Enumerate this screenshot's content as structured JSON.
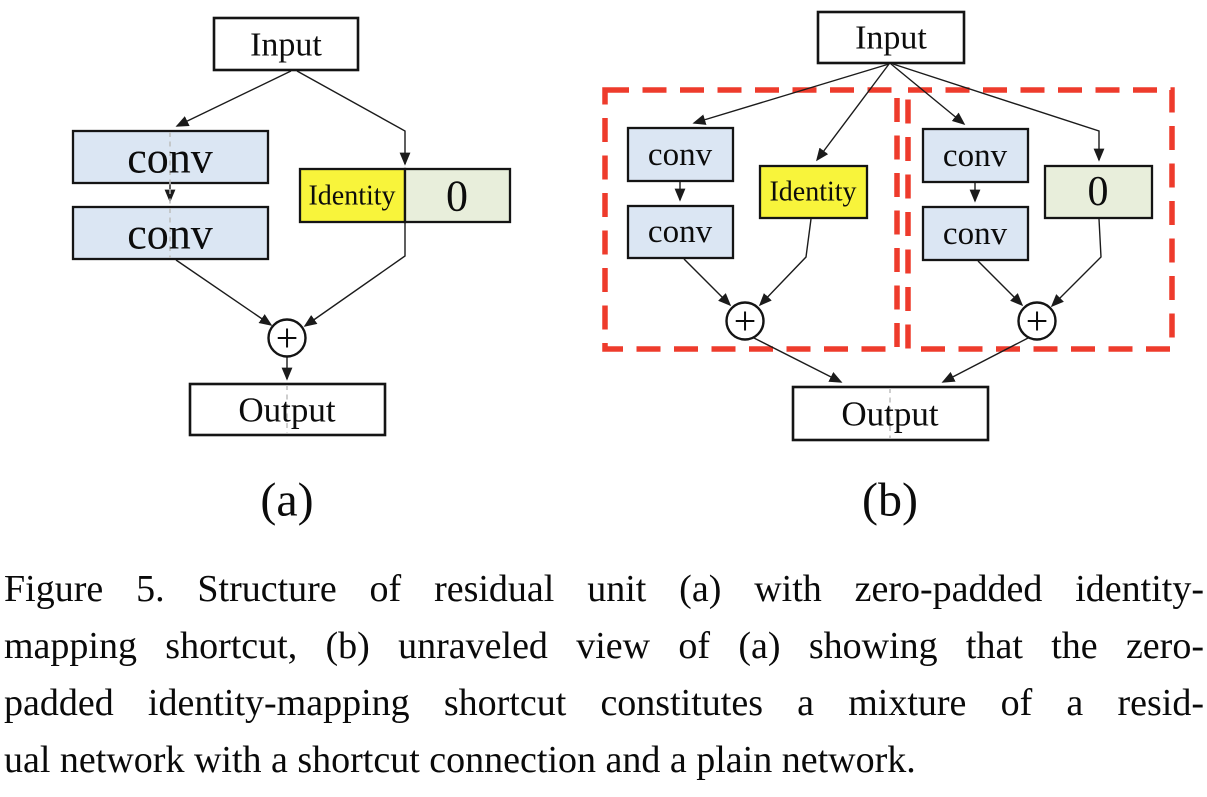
{
  "panel_a": {
    "label": "(a)",
    "input": "Input",
    "conv1": "conv",
    "conv2": "conv",
    "identity": "Identity",
    "zero": "0",
    "plus": "+",
    "output": "Output"
  },
  "panel_b": {
    "label": "(b)",
    "input": "Input",
    "left_conv1": "conv",
    "left_conv2": "conv",
    "identity": "Identity",
    "right_conv1": "conv",
    "right_conv2": "conv",
    "zero": "0",
    "plus_left": "+",
    "plus_right": "+",
    "output": "Output"
  },
  "colors": {
    "conv_fill": "#dbe6f3",
    "identity_fill": "#f8f43b",
    "zero_fill": "#e8eedb",
    "unit_outline": "#ee3b2c"
  },
  "caption": {
    "lines": [
      "Figure 5. Structure of residual unit (a) with zero-padded identity-",
      "mapping shortcut, (b) unraveled view of (a) showing that the zero-",
      "padded identity-mapping shortcut constitutes a mixture of a resid-",
      "ual network with a shortcut connection and a plain network."
    ]
  }
}
